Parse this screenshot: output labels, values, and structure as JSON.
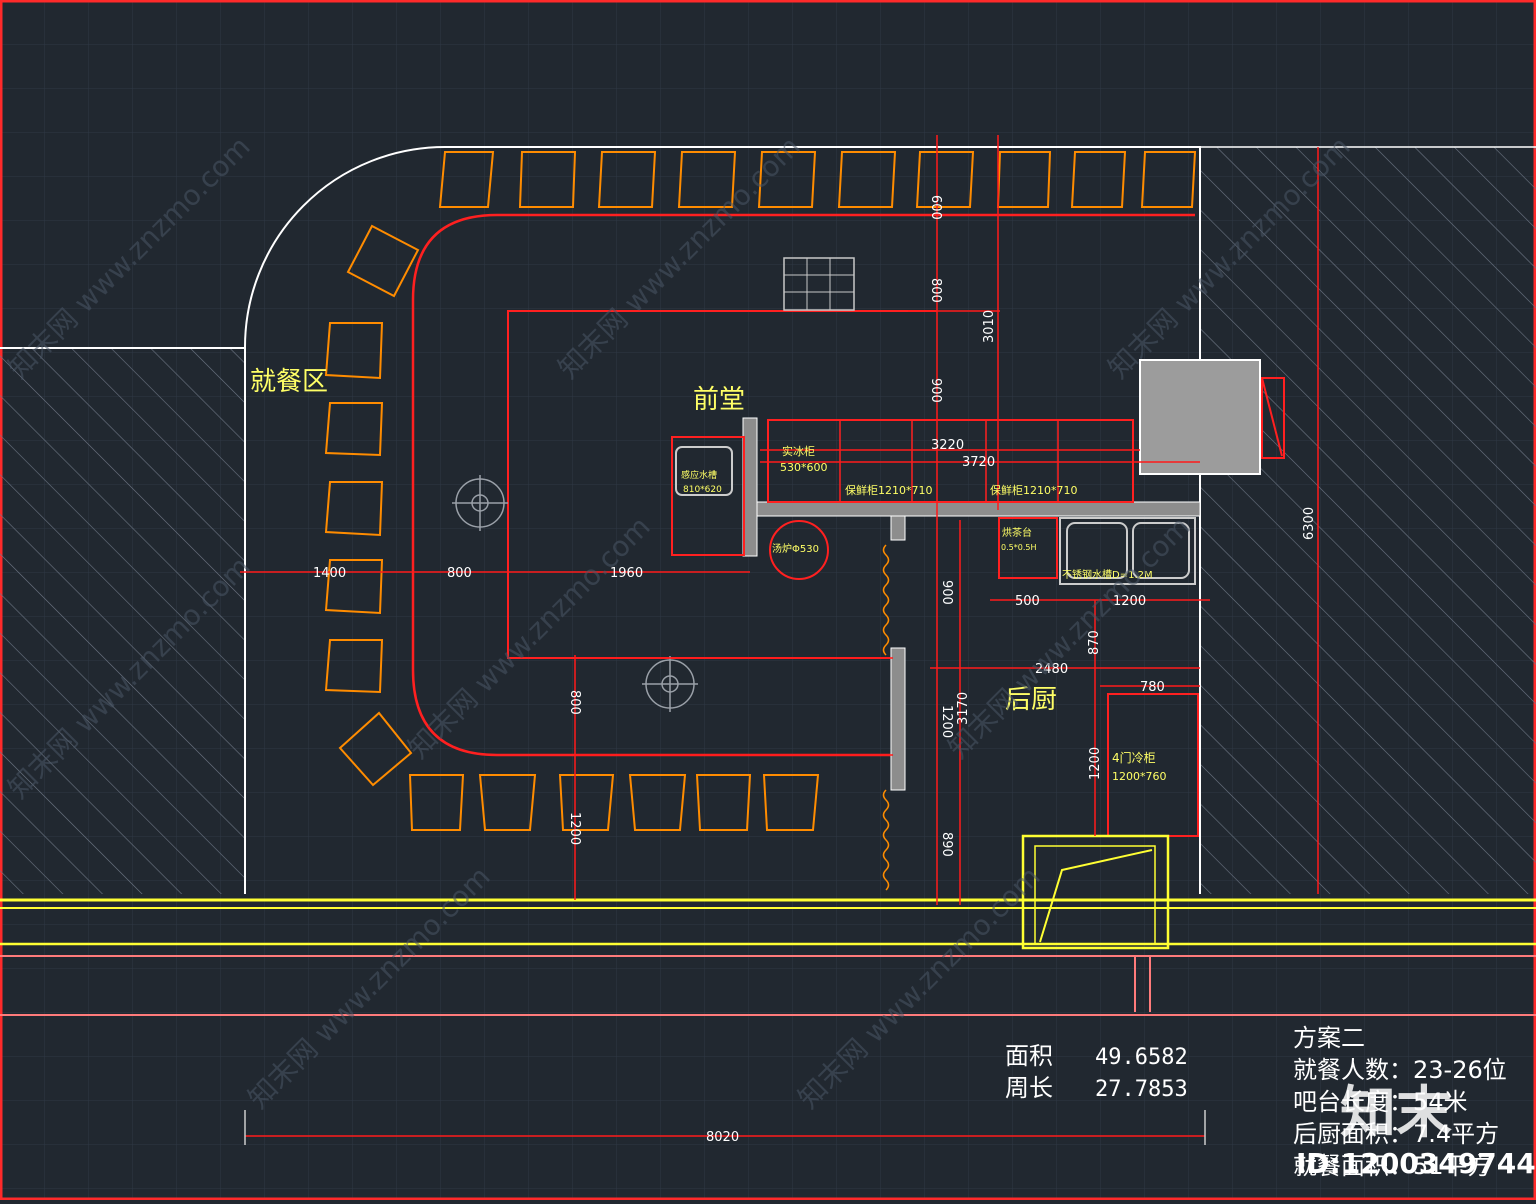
{
  "labels": {
    "dining_area": "就餐区",
    "front_hall": "前堂",
    "back_kitchen": "后厨"
  },
  "equipment": {
    "drink_counter_line1": "实冰柜",
    "drink_counter_line2": "530*600",
    "fresh_cabinet_a": "保鲜柜1210*710",
    "fresh_cabinet_b": "保鲜柜1210*710",
    "sink_line1": "感应水槽",
    "sink_line2": "810*620",
    "stove": "汤炉Φ530",
    "prep_table_line1": "烘茶台",
    "prep_table_line2": "0.5*0.5H",
    "steel_sink": "不锈钢水槽D=1.2M",
    "fridge_line1": "4门冷柜",
    "fridge_line2": "1200*760"
  },
  "dimensions": {
    "d600": "600",
    "d800_top": "800",
    "d3010": "3010",
    "d900_top": "900",
    "d3220": "3220",
    "d3720": "3720",
    "d6300": "6300",
    "d1400": "1400",
    "d800_mid": "800",
    "d1960": "1960",
    "d500": "500",
    "d1200_h": "1200",
    "d900_low": "900",
    "d870": "870",
    "d2480": "2480",
    "d780": "780",
    "d800_left": "800",
    "d1200_v1": "1200",
    "d3170": "3170",
    "d1200_v2": "1200",
    "d1200_left": "1200",
    "d890": "890",
    "d8020": "8020"
  },
  "stats": {
    "area_label": "面积",
    "area_value": "49.6582",
    "perimeter_label": "周长",
    "perimeter_value": "27.7853"
  },
  "scheme": {
    "title": "方案二",
    "seats": "就餐人数：23-26位",
    "bar_length": "吧台长度：54米",
    "kitchen_area": "后厨面积：7.4平方",
    "dining_area": "就餐面积：51平方"
  },
  "watermark": {
    "site": "知末网 www.znzmo.com",
    "logo": "知末",
    "id": "ID:1200349744"
  },
  "colors": {
    "background": "#212830",
    "wall": "#ff2020",
    "chair": "#ff8c00",
    "facade": "#ffff33",
    "dimension": "#ff1a1a",
    "white": "#ffffff"
  }
}
